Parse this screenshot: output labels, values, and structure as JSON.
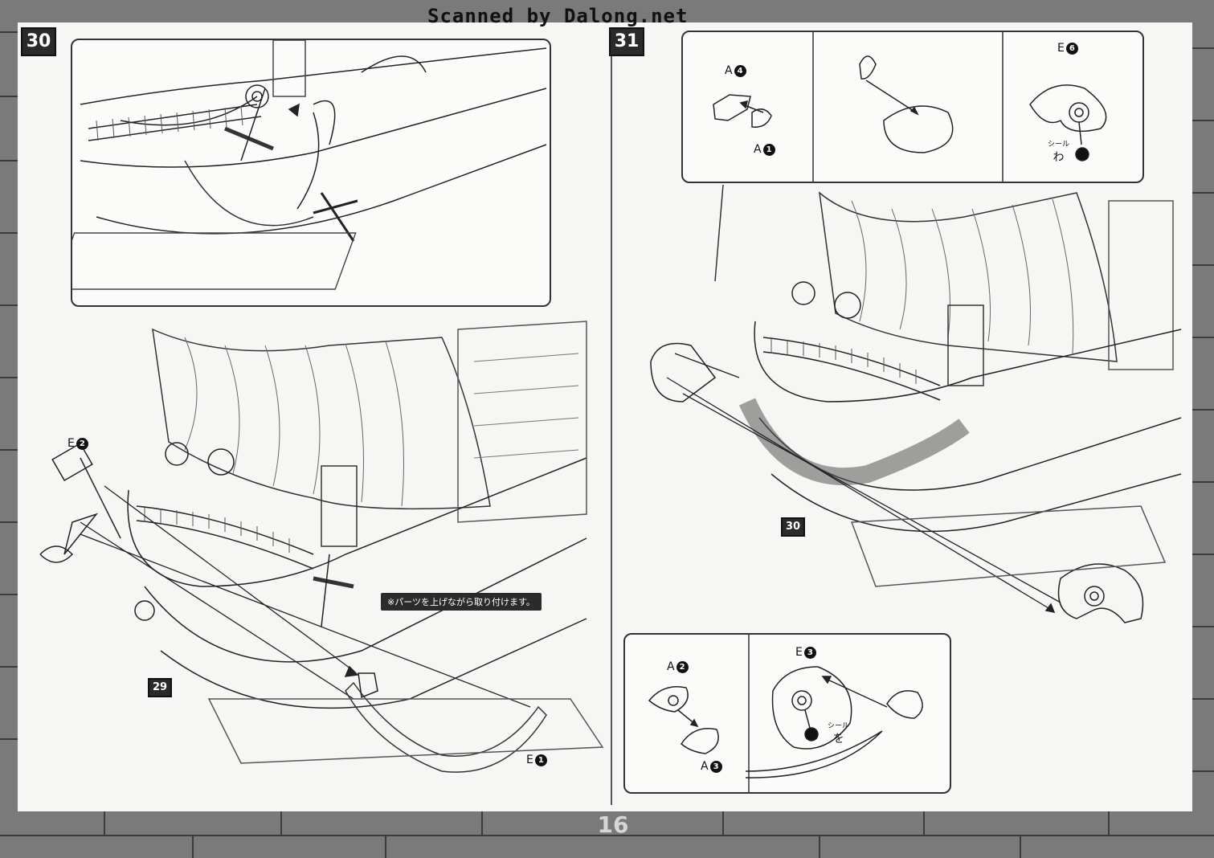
{
  "watermark": "Scanned by Dalong.net",
  "page_number": "16",
  "steps": {
    "left": {
      "number": "30",
      "ref_step": "29",
      "parts": {
        "e2_letter": "E",
        "e2_num": "2",
        "e1_letter": "E",
        "e1_num": "1"
      },
      "note": "※パーツを上げながら取り付けます。"
    },
    "right": {
      "number": "31",
      "ref_step": "30",
      "top_parts": {
        "a4_letter": "A",
        "a4_num": "4",
        "a1_letter": "A",
        "a1_num": "1",
        "e6_letter": "E",
        "e6_num": "6",
        "seal_label": "シール",
        "seal_char": "わ"
      },
      "bottom_parts": {
        "a2_letter": "A",
        "a2_num": "2",
        "a3_letter": "A",
        "a3_num": "3",
        "e3_letter": "E",
        "e3_num": "3",
        "seal_label": "シール",
        "seal_char": "を"
      }
    }
  }
}
